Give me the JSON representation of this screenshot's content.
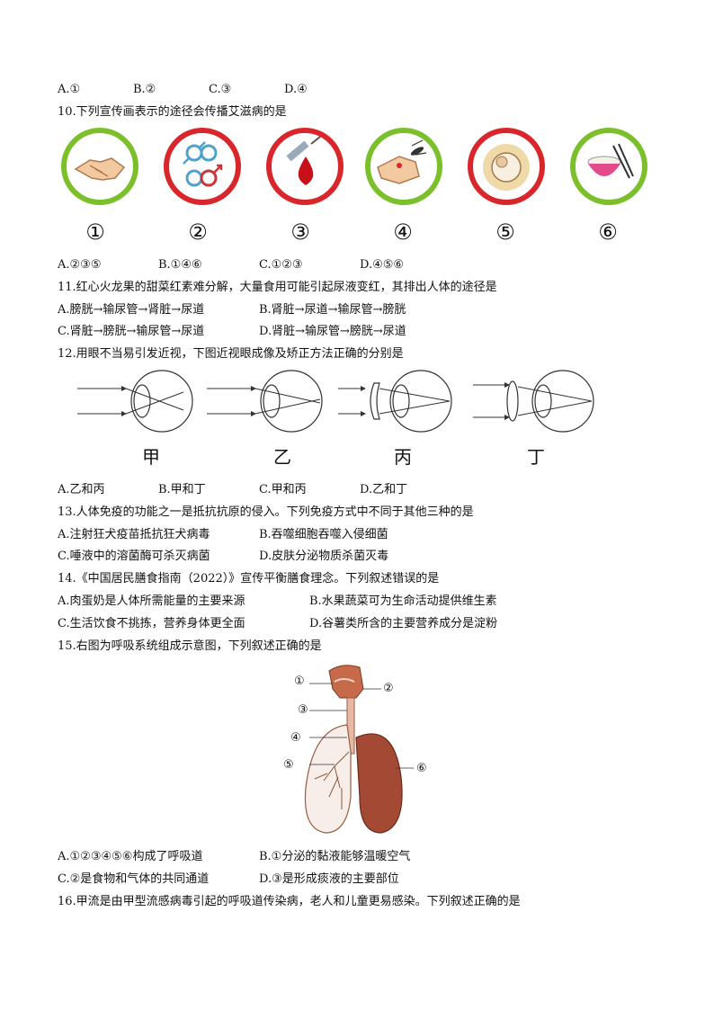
{
  "q9_options": [
    "A.①",
    "B.②",
    "C.③",
    "D.④"
  ],
  "q10": {
    "question": "10.下列宣传画表示的途径会传播艾滋病的是",
    "numbers": [
      "①",
      "②",
      "③",
      "④",
      "⑤",
      "⑥"
    ],
    "icons": [
      "handshake-icon",
      "gender-symbols-icon",
      "blood-syringe-icon",
      "mosquito-bite-icon",
      "fetus-icon",
      "shared-bowl-icon"
    ],
    "options": [
      "A.②③⑤",
      "B.①④⑥",
      "C.①②③",
      "D.④⑤⑥"
    ]
  },
  "q11": {
    "question": "11.红心火龙果的甜菜红素难分解，大量食用可能引起尿液变红，其排出人体的途径是",
    "options": [
      "A.膀胱→输尿管→肾脏→尿道",
      "B.肾脏→尿道→输尿管→膀胱",
      "C.肾脏→膀胱→输尿管→尿道",
      "D.肾脏→输尿管→膀胱→尿道"
    ]
  },
  "q12": {
    "question": "12.用眼不当易引发近视，下图近视眼成像及矫正方法正确的分别是",
    "labels": [
      "甲",
      "乙",
      "丙",
      "丁"
    ],
    "options": [
      "A.乙和丙",
      "B.甲和丁",
      "C.甲和丙",
      "D.乙和丁"
    ]
  },
  "q13": {
    "question": "13.人体免疫的功能之一是抵抗抗原的侵入。下列免疫方式中不同于其他三种的是",
    "options": [
      "A.注射狂犬疫苗抵抗狂犬病毒",
      "B.吞噬细胞吞噬入侵细菌",
      "C.唾液中的溶菌酶可杀灭病菌",
      "D.皮肤分泌物质杀菌灭毒"
    ]
  },
  "q14": {
    "question": "14.《中国居民膳食指南（2022）》宣传平衡膳食理念。下列叙述错误的是",
    "options": [
      "A.肉蛋奶是人体所需能量的主要来源",
      "B.水果蔬菜可为生命活动提供维生素",
      "C.生活饮食不挑拣，营养身体更全面",
      "D.谷薯类所含的主要营养成分是淀粉"
    ]
  },
  "q15": {
    "question": "15.右图为呼吸系统组成示意图，下列叙述正确的是",
    "labels": [
      "①",
      "②",
      "③",
      "④",
      "⑤",
      "⑥"
    ],
    "options": [
      "A.①②③④⑤⑥构成了呼吸道",
      "B.①分泌的黏液能够温暖空气",
      "C.②是食物和气体的共同通道",
      "D.③是形成痰液的主要部位"
    ]
  },
  "q16": {
    "question": "16.甲流是由甲型流感病毒引起的呼吸道传染病，老人和儿童更易感染。下列叙述正确的是"
  }
}
